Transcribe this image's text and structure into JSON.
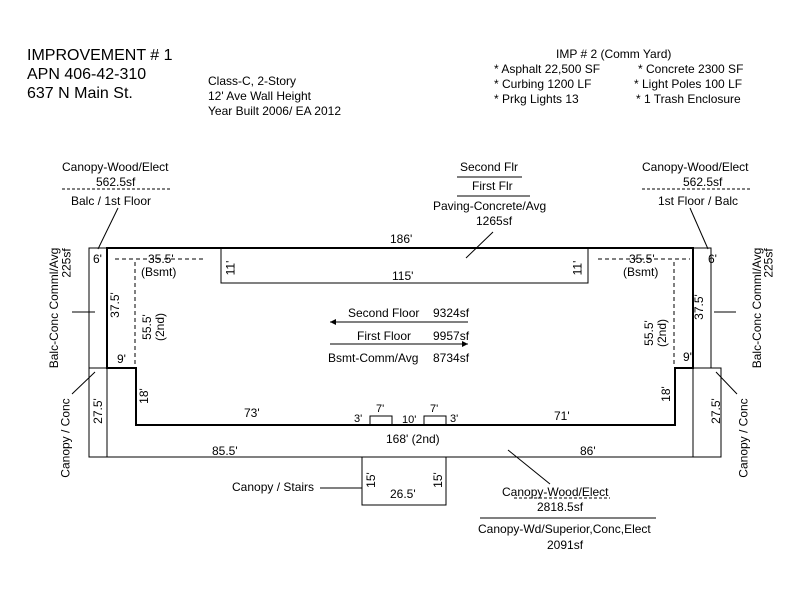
{
  "improvement": {
    "title": "IMPROVEMENT # 1",
    "apn": "APN 406-42-310",
    "address": "637 N Main St."
  },
  "building": {
    "class": "Class-C, 2-Story",
    "wall_height": "12' Ave Wall Height",
    "year": "Year Built 2006/ EA 2012"
  },
  "imp2": {
    "title": "IMP # 2 (Comm Yard)",
    "left": [
      "* Asphalt 22,500 SF",
      "* Curbing 1200 LF",
      "* Prkg Lights 13"
    ],
    "right": [
      "* Concrete 2300 SF",
      "* Light Poles 100 LF",
      "* 1 Trash Enclosure"
    ]
  },
  "labels": {
    "canopy_left": "Canopy-Wood/Elect",
    "canopy_left_area": "562.5sf",
    "balc_left": "Balc / 1st Floor",
    "canopy_right": "Canopy-Wood/Elect",
    "canopy_right_area": "562.5sf",
    "balc_right": "1st Floor / Balc",
    "second_flr": "Second Flr",
    "first_flr": "First Flr",
    "paving": "Paving-Concrete/Avg",
    "paving_area": "1265sf",
    "balc_side_left": "Balc-Conc Comml/Avg",
    "balc_side_left_area": "225sf",
    "balc_side_right": "Balc-Conc Comml/Avg",
    "balc_side_right_area": "225sf",
    "canopy_conc_left": "Canopy / Conc",
    "canopy_conc_right": "Canopy / Conc",
    "canopy_stairs": "Canopy / Stairs",
    "canopy_bottom": "Canopy-Wood/Elect",
    "canopy_bottom_area": "2818.5sf",
    "canopy_superior": "Canopy-Wd/Superior,Conc,Elect",
    "canopy_superior_area": "2091sf"
  },
  "areas": [
    {
      "label": "Second Floor",
      "value": "9324sf"
    },
    {
      "label": "First Floor",
      "value": "9957sf"
    },
    {
      "label": "Bsmt-Comm/Avg",
      "value": "8734sf"
    }
  ],
  "dims": {
    "top": "186'",
    "inner_top": "115'",
    "d11l": "11'",
    "d11r": "11'",
    "bsmt_l": "35.5'",
    "bsmt_l2": "(Bsmt)",
    "bsmt_r": "35.5'",
    "bsmt_r2": "(Bsmt)",
    "d6l": "6'",
    "d6r": "6'",
    "d375l": "37.5'",
    "d375r": "37.5'",
    "d555l": "55.5'",
    "d555l2": "(2nd)",
    "d555r": "55.5'",
    "d555r2": "(2nd)",
    "d9l": "9'",
    "d9r": "9'",
    "d18l": "18'",
    "d18r": "18'",
    "d275l": "27.5'",
    "d275r": "27.5'",
    "d73": "73'",
    "d71": "71'",
    "d7a": "7'",
    "d7b": "7'",
    "d3a": "3'",
    "d3b": "3'",
    "d10": "10'",
    "d168": "168' (2nd)",
    "d855": "85.5'",
    "d86": "86'",
    "d15l": "15'",
    "d15r": "15'",
    "d265": "26.5'"
  }
}
